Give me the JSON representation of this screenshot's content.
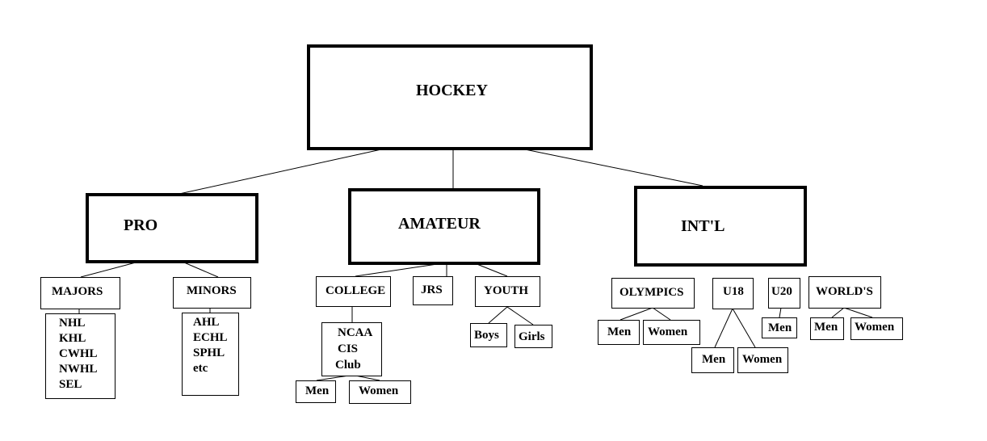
{
  "root": {
    "label": "HOCKEY"
  },
  "pro": {
    "label": "PRO",
    "majors": {
      "label": "MAJORS",
      "leagues": [
        "NHL",
        "KHL",
        "CWHL",
        "NWHL",
        "SEL"
      ]
    },
    "minors": {
      "label": "MINORS",
      "leagues": [
        "AHL",
        "ECHL",
        "SPHL",
        "etc"
      ]
    }
  },
  "amateur": {
    "label": "AMATEUR",
    "college": {
      "label": "COLLEGE",
      "leagues": [
        "NCAA",
        "CIS",
        "Club"
      ],
      "men": "Men",
      "women": "Women"
    },
    "jrs": {
      "label": "JRS"
    },
    "youth": {
      "label": "YOUTH",
      "boys": "Boys",
      "girls": "Girls"
    }
  },
  "intl": {
    "label": "INT'L",
    "olympics": {
      "label": "OLYMPICS",
      "men": "Men",
      "women": "Women"
    },
    "u18": {
      "label": "U18",
      "men": "Men",
      "women": "Women"
    },
    "u20": {
      "label": "U20",
      "men": "Men"
    },
    "worlds": {
      "label": "WORLD'S",
      "men": "Men",
      "women": "Women"
    }
  }
}
